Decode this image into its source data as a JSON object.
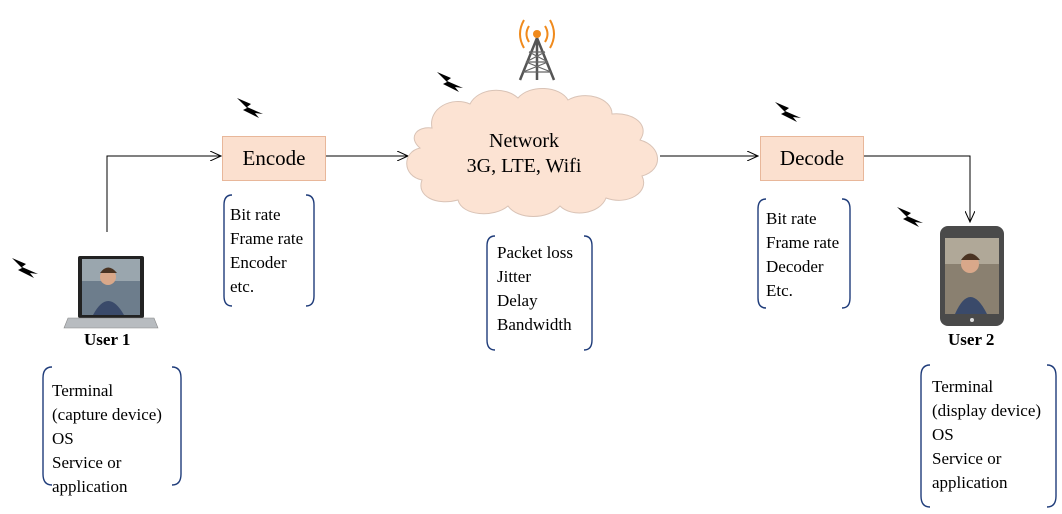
{
  "encode": {
    "label": "Encode"
  },
  "decode": {
    "label": "Decode"
  },
  "network": {
    "line1": "Network",
    "line2": "3G, LTE, Wifi"
  },
  "user1": {
    "label": "User 1",
    "details": [
      "Terminal",
      "(capture device)",
      "OS",
      "Service or",
      "application"
    ]
  },
  "user2": {
    "label": "User 2",
    "details": [
      "Terminal",
      "(display device)",
      "OS",
      "Service or",
      "application"
    ]
  },
  "encode_params": [
    "Bit rate",
    "Frame rate",
    "Encoder",
    "etc."
  ],
  "network_params": [
    "Packet loss",
    "Jitter",
    "Delay",
    "Bandwidth"
  ],
  "decode_params": [
    "Bit rate",
    "Frame rate",
    "Decoder",
    "Etc."
  ],
  "icons": {
    "tower": "radio-tower-icon",
    "wireless": "lightning-bolt-icon",
    "laptop": "laptop-icon",
    "tablet": "tablet-icon"
  },
  "colors": {
    "box_fill": "#fbe0cf",
    "cloud_fill": "#fce3d3",
    "brace": "#1f3c7a"
  }
}
